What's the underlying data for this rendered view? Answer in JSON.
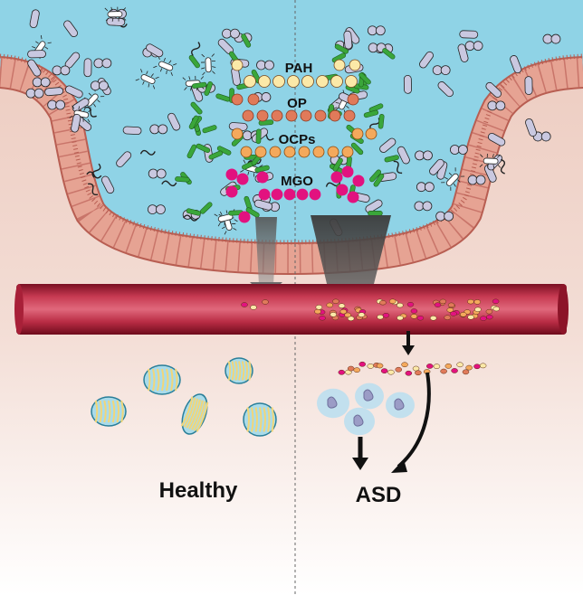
{
  "labels": {
    "pah": "PAH",
    "op": "OP",
    "ocps": "OCPs",
    "mgo": "MGO",
    "healthy": "Healthy",
    "asd": "ASD"
  },
  "colors": {
    "lumen": "#8fd3e6",
    "tissue": "#e6a393",
    "tissue_edge": "#b85e52",
    "vessel": "#b0283c",
    "vessel_light": "#d8556a",
    "mgo": "#e2127f",
    "pah": "#fbe9a8",
    "op": "#e07a5a",
    "ocp": "#f4a95c",
    "bacteria_gray": "#c9c8e0",
    "bacteria_green": "#3aa63a",
    "mito_fill": "#a9dbea",
    "mito_crista": "#f2d678",
    "arrow": "#111111"
  }
}
